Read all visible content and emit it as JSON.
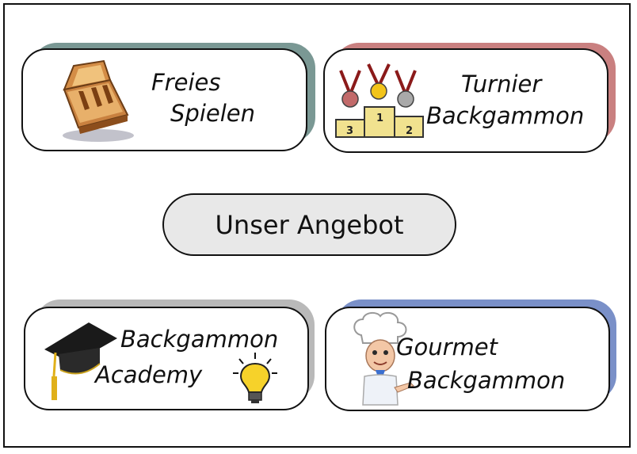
{
  "center": {
    "label": "Unser Angebot"
  },
  "cards": [
    {
      "line1": "Freies",
      "line2": "Spielen",
      "accent": "#7a9894"
    },
    {
      "line1": "Turnier",
      "line2": "Backgammon",
      "accent": "#c98080"
    },
    {
      "line1": "Backgammon",
      "line2": "Academy",
      "accent": "#b9b9b9"
    },
    {
      "line1": "Gourmet",
      "line2": "Backgammon",
      "accent": "#7a90c8"
    }
  ],
  "podium": {
    "first": "1",
    "second": "2",
    "third": "3"
  },
  "icons": [
    "backgammon-board-icon",
    "medal-podium-icon",
    "graduation-cap-icon",
    "lightbulb-icon",
    "chef-icon"
  ]
}
